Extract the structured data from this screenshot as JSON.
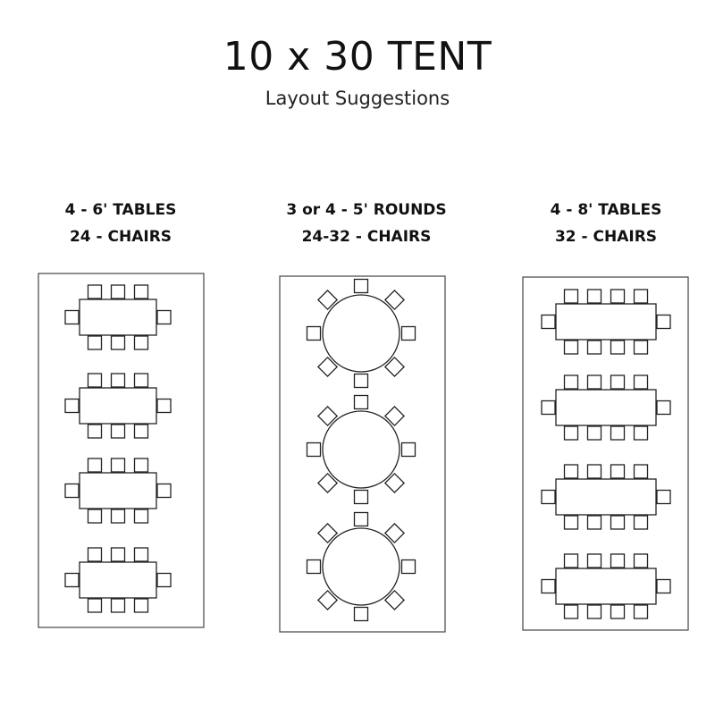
{
  "header": {
    "title": "10 x 30 TENT",
    "subtitle": "Layout Suggestions"
  },
  "layouts": [
    {
      "id": "six-foot-tables",
      "label_line1": "4 - 6' TABLES",
      "label_line2": "24 - CHAIRS",
      "table_shape": "rectangle",
      "table_count": 4,
      "chairs_per_long_side": 3,
      "chairs_per_end": 1
    },
    {
      "id": "five-foot-rounds",
      "label_line1": "3 or 4 - 5' ROUNDS",
      "label_line2": "24-32 - CHAIRS",
      "table_shape": "round",
      "table_count": 3,
      "chairs_per_table": 8
    },
    {
      "id": "eight-foot-tables",
      "label_line1": "4 - 8' TABLES",
      "label_line2": "32 - CHAIRS",
      "table_shape": "rectangle",
      "table_count": 4,
      "chairs_per_long_side": 4,
      "chairs_per_end": 1
    }
  ],
  "colors": {
    "background": "#ffffff",
    "line": "#222222",
    "text": "#111111"
  }
}
